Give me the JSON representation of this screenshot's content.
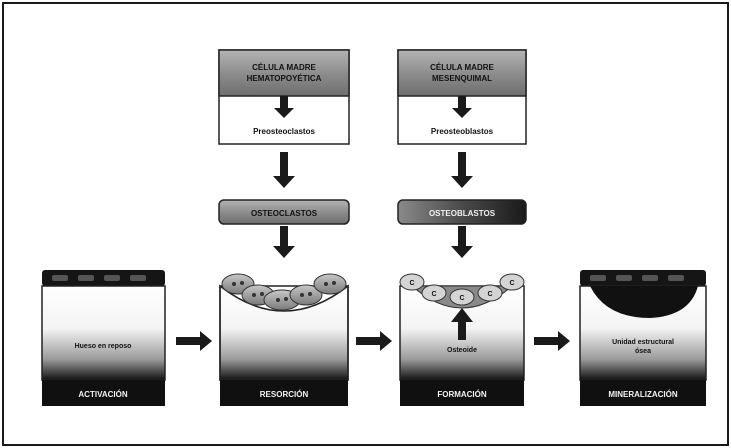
{
  "sources": {
    "hematopoyetica": {
      "title_line1": "CÉLULA MADRE",
      "title_line2": "HEMATOPOYÉTICA",
      "child": "Preosteoclastos"
    },
    "mesenquimal": {
      "title_line1": "CÉLULA MADRE",
      "title_line2": "MESENQUIMAL",
      "child": "Preosteoblastos"
    }
  },
  "cells": {
    "osteoclastos": "OSTEOCLASTOS",
    "osteoblastos": "OSTEOBLASTOS"
  },
  "stages": [
    {
      "name": "ACTIVACIÓN",
      "inner_line1": "Hueso en reposo",
      "inner_line2": ""
    },
    {
      "name": "RESORCIÓN",
      "inner_line1": "",
      "inner_line2": ""
    },
    {
      "name": "FORMACIÓN",
      "inner_line1": "Osteoide",
      "inner_line2": ""
    },
    {
      "name": "MINERALIZACIÓN",
      "inner_line1": "Unidad estructural",
      "inner_line2": "ósea"
    }
  ],
  "colors": {
    "frame": "#1a1a1a",
    "dark": "#101010",
    "gray_box": "#8c8c8c"
  }
}
